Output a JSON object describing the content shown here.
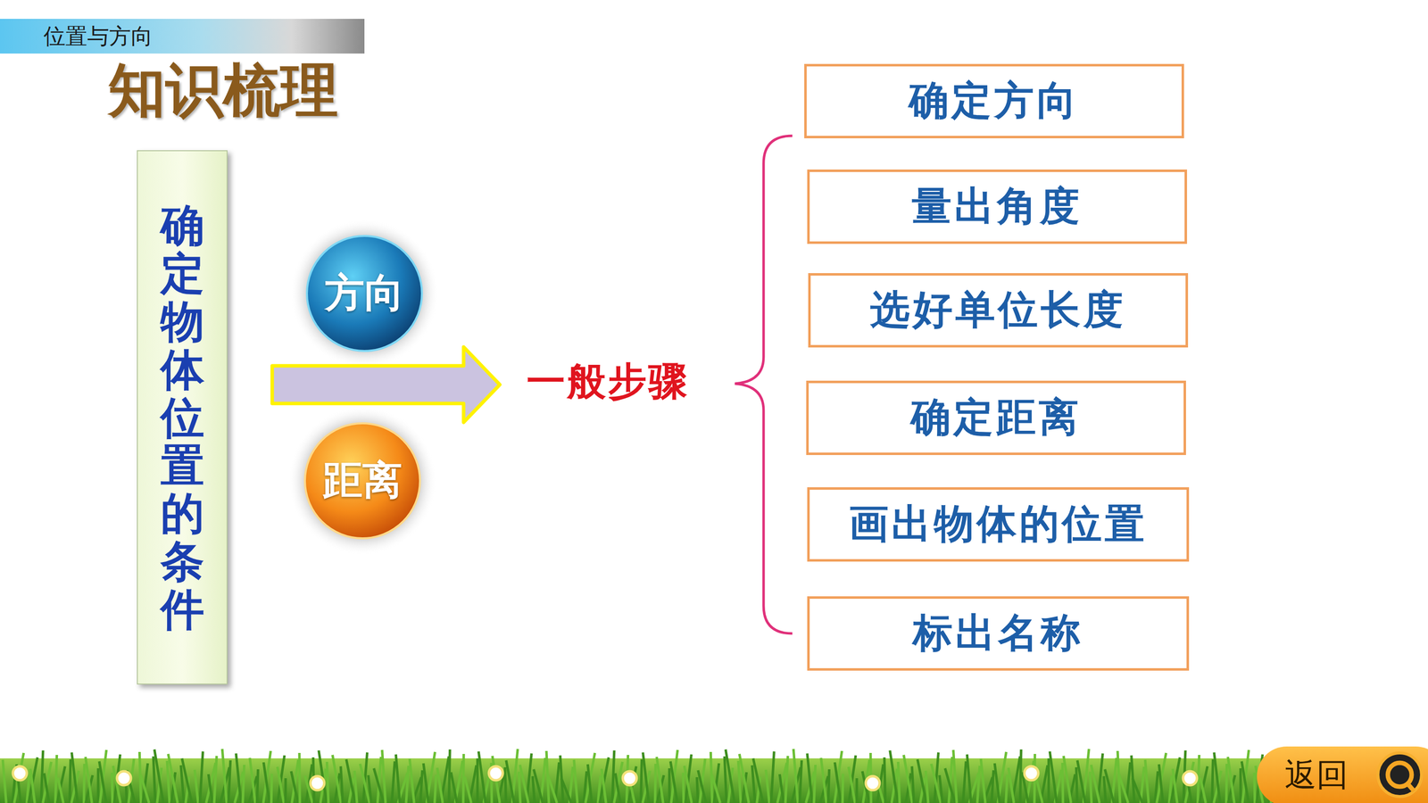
{
  "diagram": {
    "title": "知识梳理",
    "nodes": [
      {
        "text": [
          "位置与方向"
        ]
      },
      {
        "text": [
          "确定物体位置的条件"
        ]
      },
      {
        "text": [
          "方向"
        ]
      },
      {
        "text": [
          "距离"
        ]
      },
      {
        "text": [
          "确定方向"
        ]
      },
      {
        "text": [
          "量出角度"
        ]
      },
      {
        "text": [
          "选好单位长度"
        ]
      },
      {
        "text": [
          "确定距离"
        ]
      },
      {
        "text": [
          "画出物体的位置"
        ]
      },
      {
        "text": [
          "标出名称"
        ]
      },
      {
        "text": [
          "返回"
        ]
      }
    ],
    "labels": [
      "一般步骤"
    ]
  }
}
